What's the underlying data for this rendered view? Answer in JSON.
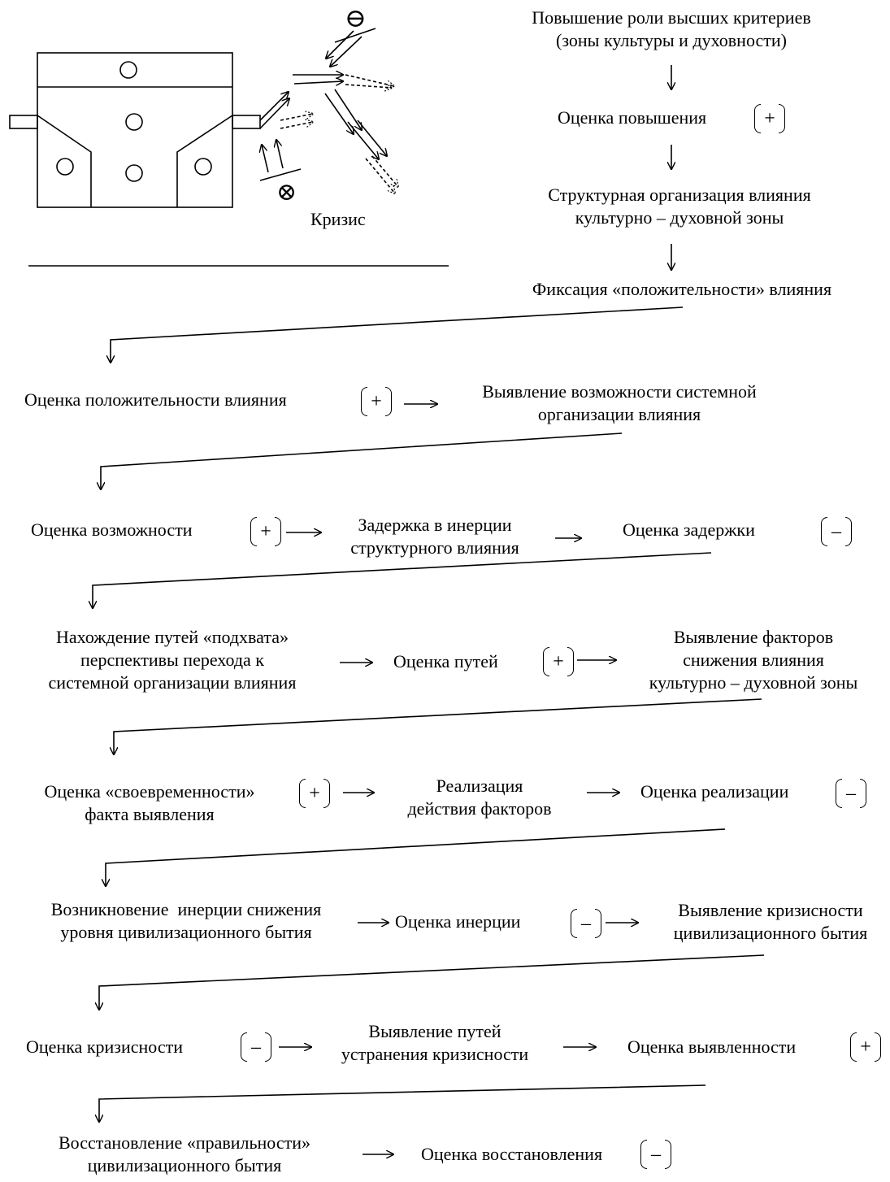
{
  "crisis_label": "Кризис",
  "minus_symbol": "⊖",
  "times_symbol": "⊗",
  "nodes": {
    "n1": "Повышение роли высших критериев\n(зоны культуры и духовности)",
    "n2": "Оценка повышения",
    "n3": "Структурная организация влияния\nкультурно – духовной зоны",
    "n4": "Фиксация «положительности» влияния",
    "n5": "Оценка положительности влияния",
    "n6": "Выявление возможности системной\nорганизации влияния",
    "n7": "Оценка возможности",
    "n8": "Задержка в инерции\nструктурного влияния",
    "n9": "Оценка задержки",
    "n10": "Нахождение путей «подхвата»\nперспективы перехода к\nсистемной организации влияния",
    "n11": "Оценка путей",
    "n12": "Выявление факторов\nснижения влияния\nкультурно – духовной зоны",
    "n13": "Оценка «своевременности»\nфакта выявления",
    "n14": "Реализация\nдействия факторов",
    "n15": "Оценка реализации",
    "n16": "Возникновение  инерции снижения\nуровня цивилизационного бытия",
    "n17": "Оценка инерции",
    "n18": "Выявление кризисности\nцивилизационного бытия",
    "n19": "Оценка кризисности",
    "n20": "Выявление путей\nустранения кризисности",
    "n21": "Оценка выявленности",
    "n22": "Восстановление «правильности»\nцивилизационного бытия",
    "n23": "Оценка восстановления"
  },
  "signs": {
    "s1": "+",
    "s2": "+",
    "s3": "+",
    "s4": "–",
    "s5": "+",
    "s6": "+",
    "s7": "–",
    "s8": "–",
    "s9": "–",
    "s10": "+",
    "s11": "–"
  },
  "arrow_glyph": "→"
}
